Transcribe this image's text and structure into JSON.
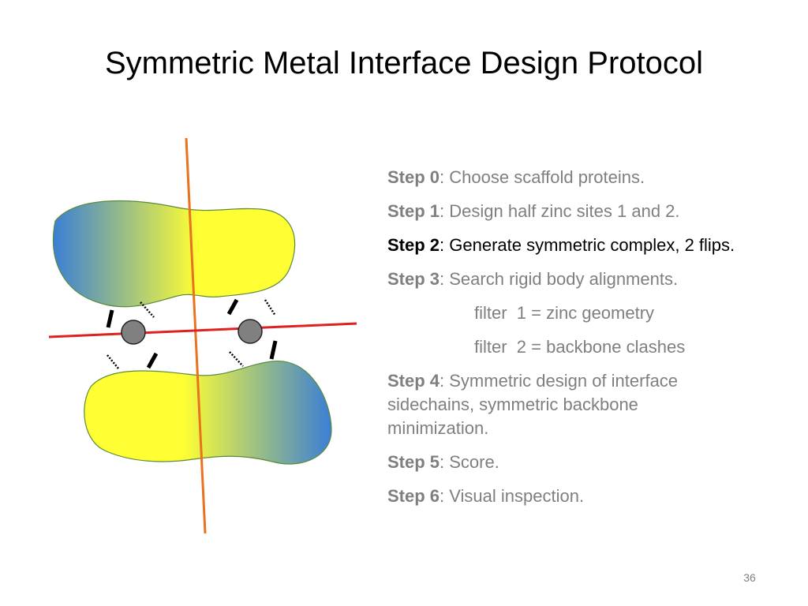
{
  "slide": {
    "title": "Symmetric Metal Interface Design Protocol",
    "page_number": "36"
  },
  "steps": [
    {
      "label": "Step 0",
      "text": ": Choose scaffold proteins."
    },
    {
      "label": "Step 1",
      "text": ": Design half zinc sites 1 and 2."
    },
    {
      "label": "Step 2",
      "text": ": Generate symmetric complex, 2 flips."
    },
    {
      "label": "Step 3",
      "text": ": Search rigid body alignments."
    },
    {
      "label": "Step 4",
      "text": ": Symmetric design of interface sidechains, symmetric backbone minimization."
    },
    {
      "label": "Step 5",
      "text": ": Score."
    },
    {
      "label": "Step 6",
      "text": ": Visual inspection."
    }
  ],
  "filters": [
    "filter  1 = zinc geometry",
    "filter  2 = backbone clashes"
  ],
  "colors": {
    "active_text": "#000000",
    "inactive_text": "#7f7f7f",
    "blob_blue": "#3a7fd5",
    "blob_yellow": "#ffff33",
    "axis_orange": "#e8731e",
    "axis_red": "#e02020",
    "metal_gray": "#808080"
  }
}
